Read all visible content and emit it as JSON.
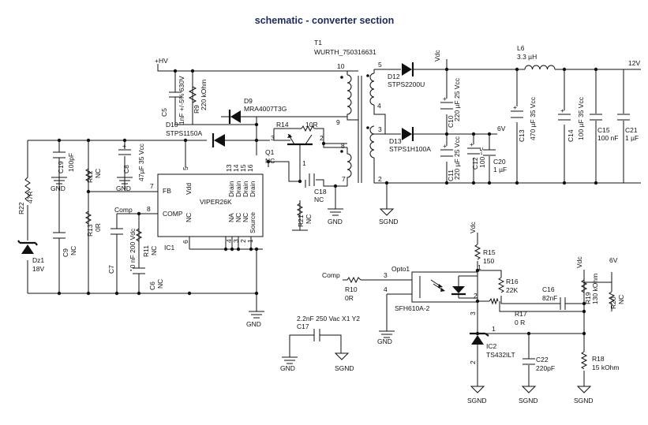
{
  "title": "schematic - converter section",
  "nets": {
    "hv": "+HV",
    "gnd": "GND",
    "sgnd": "SGND",
    "vdc": "Vdc",
    "out12": "12V",
    "v6": "6V",
    "comp": "Comp"
  },
  "transformer": {
    "ref": "T1",
    "part": "WURTH_750316631",
    "pins": [
      "10",
      "9",
      "8",
      "7",
      "5",
      "4",
      "3",
      "2"
    ]
  },
  "ic1": {
    "ref": "IC1",
    "part": "VIPER26K",
    "pins": {
      "fb": "FB",
      "fb_num": "7",
      "comp": "COMP",
      "comp_num": "8",
      "vdd": "Vdd",
      "vdd_num": "5",
      "nc": "NC",
      "nc_num": "6",
      "drain": "Drain",
      "drain_nums": [
        "13",
        "14",
        "15",
        "16"
      ],
      "na": "NA",
      "source": "Source",
      "src_nums": [
        "4",
        "3",
        "2",
        "1"
      ]
    }
  },
  "components": {
    "C5": {
      "ref": "C5",
      "value": "1nF +/-5% 630V"
    },
    "R9": {
      "ref": "R9",
      "value": "220 kOhm"
    },
    "D9": {
      "ref": "D9",
      "value": "MRA4007T3G"
    },
    "D10": {
      "ref": "D10",
      "value": "STPS1150A"
    },
    "R14": {
      "ref": "R14",
      "value": "10R"
    },
    "Q1": {
      "ref": "Q1",
      "value": "NC",
      "pins": [
        "3",
        "2",
        "1"
      ]
    },
    "C19": {
      "ref": "C19",
      "value": "100pF"
    },
    "R12": {
      "ref": "R12",
      "value": "NC"
    },
    "C8": {
      "ref": "C8",
      "value": "47µF 35 Vcc"
    },
    "R22": {
      "ref": "R22",
      "value": "47R"
    },
    "Dz1": {
      "ref": "Dz1",
      "value": "18V"
    },
    "C9": {
      "ref": "C9",
      "value": "NC"
    },
    "R13": {
      "ref": "R13",
      "value": "0R"
    },
    "C7": {
      "ref": "C7",
      "value": "10 nF 200 Vdc"
    },
    "R11": {
      "ref": "R11",
      "value": "NC"
    },
    "C6": {
      "ref": "C6",
      "value": "NC"
    },
    "C18": {
      "ref": "C18",
      "value": "NC"
    },
    "R21": {
      "ref": "R21",
      "value": "NC"
    },
    "D12": {
      "ref": "D12",
      "value": "STPS2200U"
    },
    "D13": {
      "ref": "D13",
      "value": "STPS1H100A"
    },
    "C10": {
      "ref": "C10",
      "value": "220 µF 25 Vcc"
    },
    "C11": {
      "ref": "C11",
      "value": "220 µF 25 Vcc"
    },
    "C12": {
      "ref": "C12",
      "value": "100 nF"
    },
    "C20": {
      "ref": "C20",
      "value": "1 µF"
    },
    "L6": {
      "ref": "L6",
      "value": "3.3 µH"
    },
    "C13": {
      "ref": "C13",
      "value": "470 µF 35 Vcc"
    },
    "C14": {
      "ref": "C14",
      "value": "100 µF 35 Vcc"
    },
    "C15": {
      "ref": "C15",
      "value": "100 nF"
    },
    "C21": {
      "ref": "C21",
      "value": "1 µF"
    },
    "C17": {
      "ref": "C17",
      "value": "2.2nF 250 Vac X1 Y2"
    },
    "R15": {
      "ref": "R15",
      "value": "150"
    },
    "R10": {
      "ref": "R10",
      "value": "0R"
    },
    "Opto1": {
      "ref": "Opto1",
      "value": "SFH610A-2",
      "pins": [
        "3",
        "4",
        "1",
        "2"
      ]
    },
    "R16": {
      "ref": "R16",
      "value": "22K"
    },
    "C16": {
      "ref": "C16",
      "value": "82nF"
    },
    "R17": {
      "ref": "R17",
      "value": "0 R"
    },
    "R19": {
      "ref": "R19",
      "value": "130 kOhm"
    },
    "R20": {
      "ref": "R20",
      "value": "NC"
    },
    "IC2": {
      "ref": "IC2",
      "value": "TS432ILT",
      "pins": [
        "3",
        "1",
        "2"
      ]
    },
    "C22": {
      "ref": "C22",
      "value": "220pF"
    },
    "R18": {
      "ref": "R18",
      "value": "15 kOhm"
    }
  }
}
